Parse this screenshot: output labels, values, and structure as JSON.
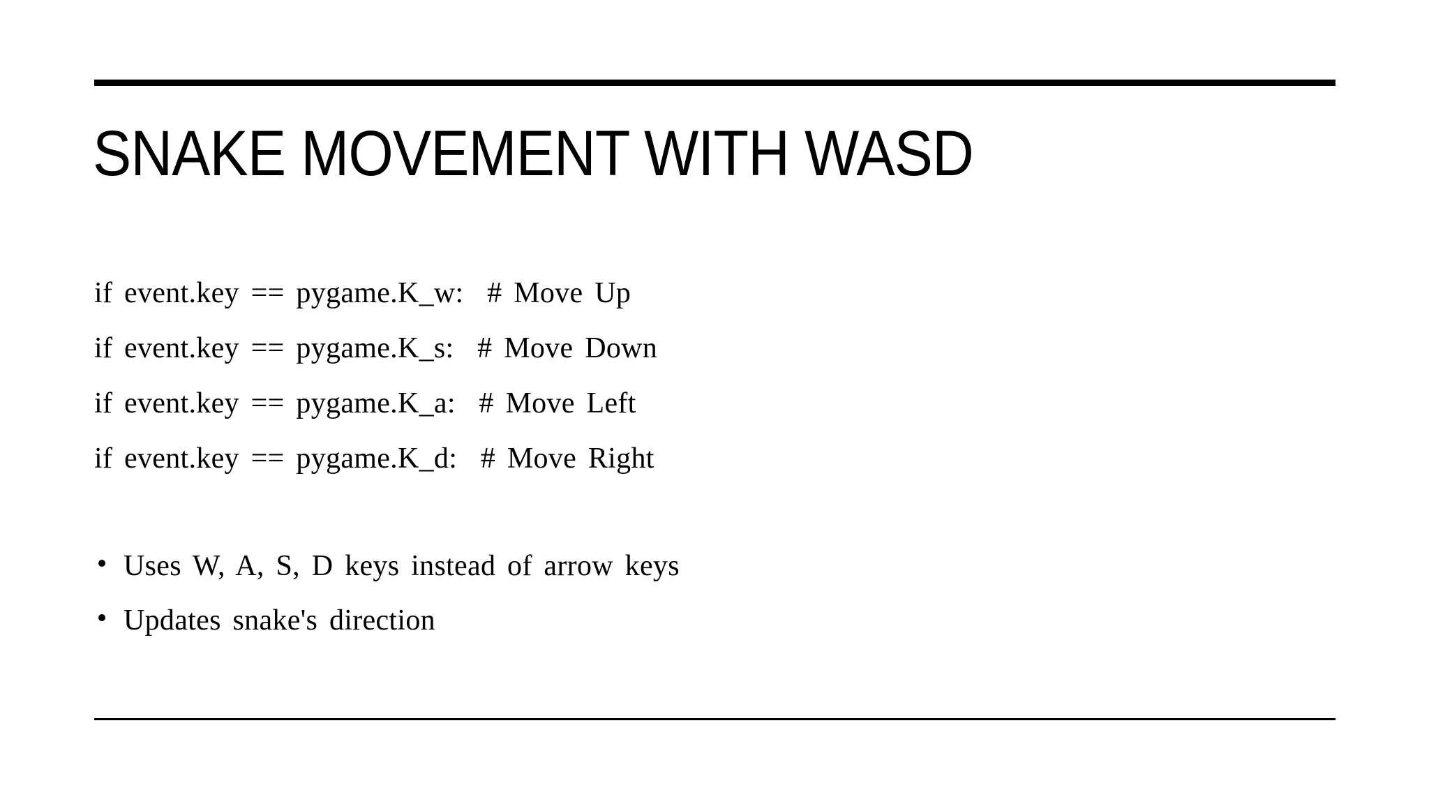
{
  "slide": {
    "title": "SNAKE MOVEMENT WITH WASD",
    "code_lines": [
      "if event.key == pygame.K_w:  # Move Up",
      "if event.key == pygame.K_s:  # Move Down",
      "if event.key == pygame.K_a:  # Move Left",
      "if event.key == pygame.K_d:  # Move Right"
    ],
    "bullets": [
      "Uses W, A, S, D keys instead of arrow keys",
      "Updates snake's direction"
    ],
    "colors": {
      "text": "#000000",
      "background": "#ffffff",
      "rule": "#000000"
    }
  }
}
